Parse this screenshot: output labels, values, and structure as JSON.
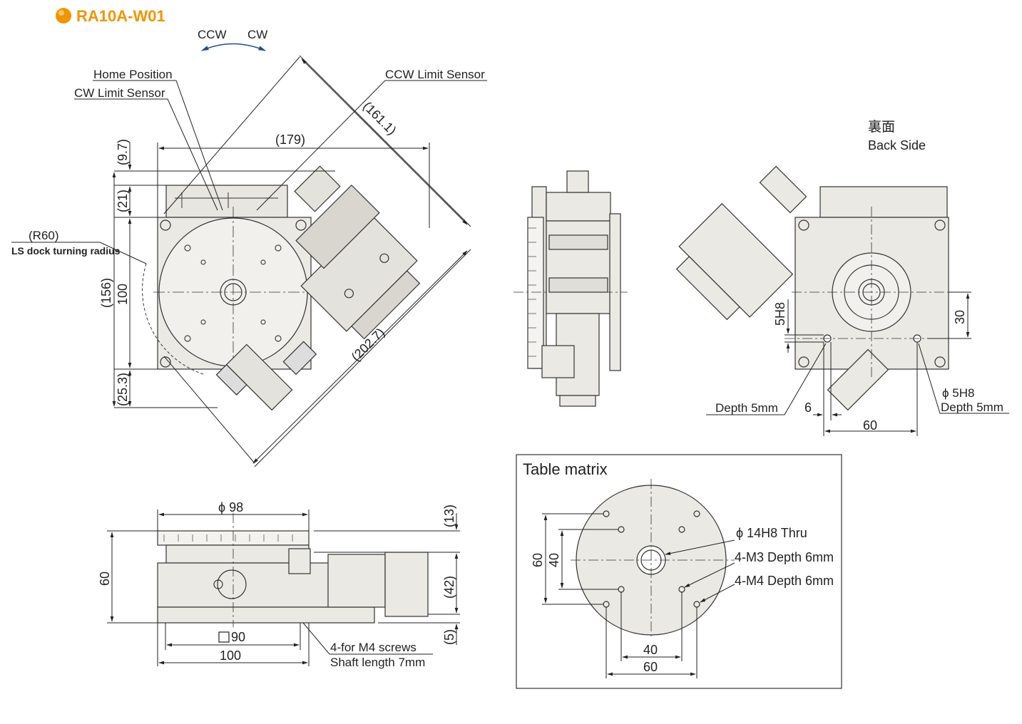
{
  "header": {
    "title": "RA10A-W01",
    "accent_color": "#f29400"
  },
  "rotation": {
    "ccw": "CCW",
    "cw": "CW"
  },
  "top_view": {
    "home_position": "Home Position",
    "cw_limit_sensor": "CW Limit Sensor",
    "ccw_limit_sensor": "CCW Limit Sensor",
    "r60": "(R60)",
    "ls_dock_radius": "LS dock turning radius",
    "dim_179": "(179)",
    "dim_161_1": "(161.1)",
    "dim_9_7": "(9.7)",
    "dim_21": "(21)",
    "dim_156": "(156)",
    "dim_100": "100",
    "dim_25_3": "(25.3)",
    "dim_202_7": "(202.7)"
  },
  "back_side": {
    "jp_label": "裏面",
    "en_label": "Back Side",
    "dim_5h8": "5H8",
    "dim_30": "30",
    "depth_left": "Depth 5mm",
    "dim_6": "6",
    "phi_5h8": "ϕ 5H8",
    "depth_right": "Depth 5mm",
    "dim_60": "60"
  },
  "front_view": {
    "phi_98": "ϕ 98",
    "dim_13": "(13)",
    "dim_60": "60",
    "dim_42": "(42)",
    "sq_90": "90",
    "dim_5": "(5)",
    "dim_100": "100",
    "m4_screws": "4-for M4 screws",
    "shaft_length": "Shaft length 7mm"
  },
  "table_matrix": {
    "title": "Table matrix",
    "thru": "ϕ 14H8 Thru",
    "m3": "4-M3 Depth 6mm",
    "m4": "4-M4 Depth 6mm",
    "dim_60_v": "60",
    "dim_40_v": "40",
    "dim_40_h": "40",
    "dim_60_h": "60"
  }
}
